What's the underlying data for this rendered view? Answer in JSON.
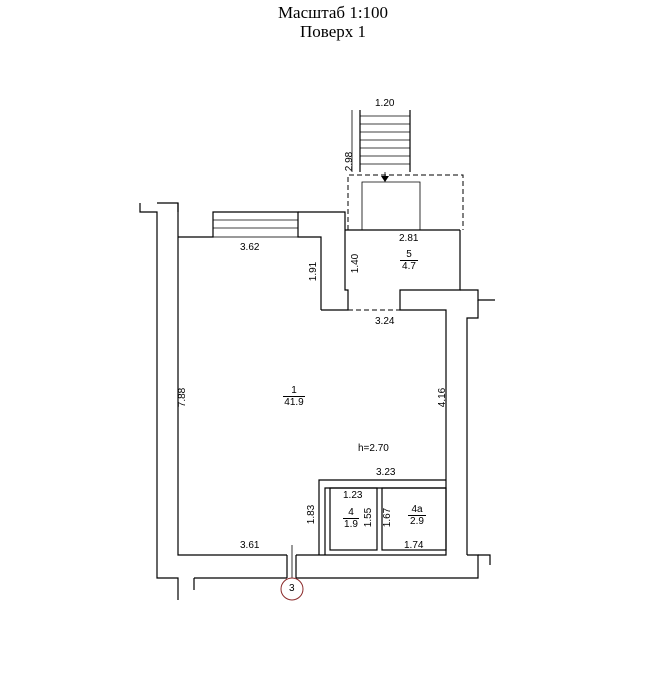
{
  "header": {
    "scale": "Масштаб 1:100",
    "floor": "Поверх 1"
  },
  "plan": {
    "rooms": [
      {
        "number": "1",
        "area": "41.9"
      },
      {
        "number": "4",
        "area": "1.9"
      },
      {
        "number": "4а",
        "area": "2.9"
      },
      {
        "number": "5",
        "area": "4.7"
      }
    ],
    "ceiling_height": "h=2.70",
    "axis_marker": "3",
    "dimensions": {
      "stair_width": "1.20",
      "stair_length": "2.98",
      "vestibule_width": "2.81",
      "vestibule_depth": "1.40",
      "top_left_width": "3.62",
      "left_height": "7.88",
      "inner_step": "1.91",
      "passage_width": "3.24",
      "right_height": "4.16",
      "wc_block_width": "3.23",
      "wc4_width": "1.23",
      "wc4_depth": "1.55",
      "wc_left_height": "1.83",
      "wc4a_depth": "1.67",
      "wc4a_width": "1.74",
      "bottom_width": "3.61"
    }
  }
}
